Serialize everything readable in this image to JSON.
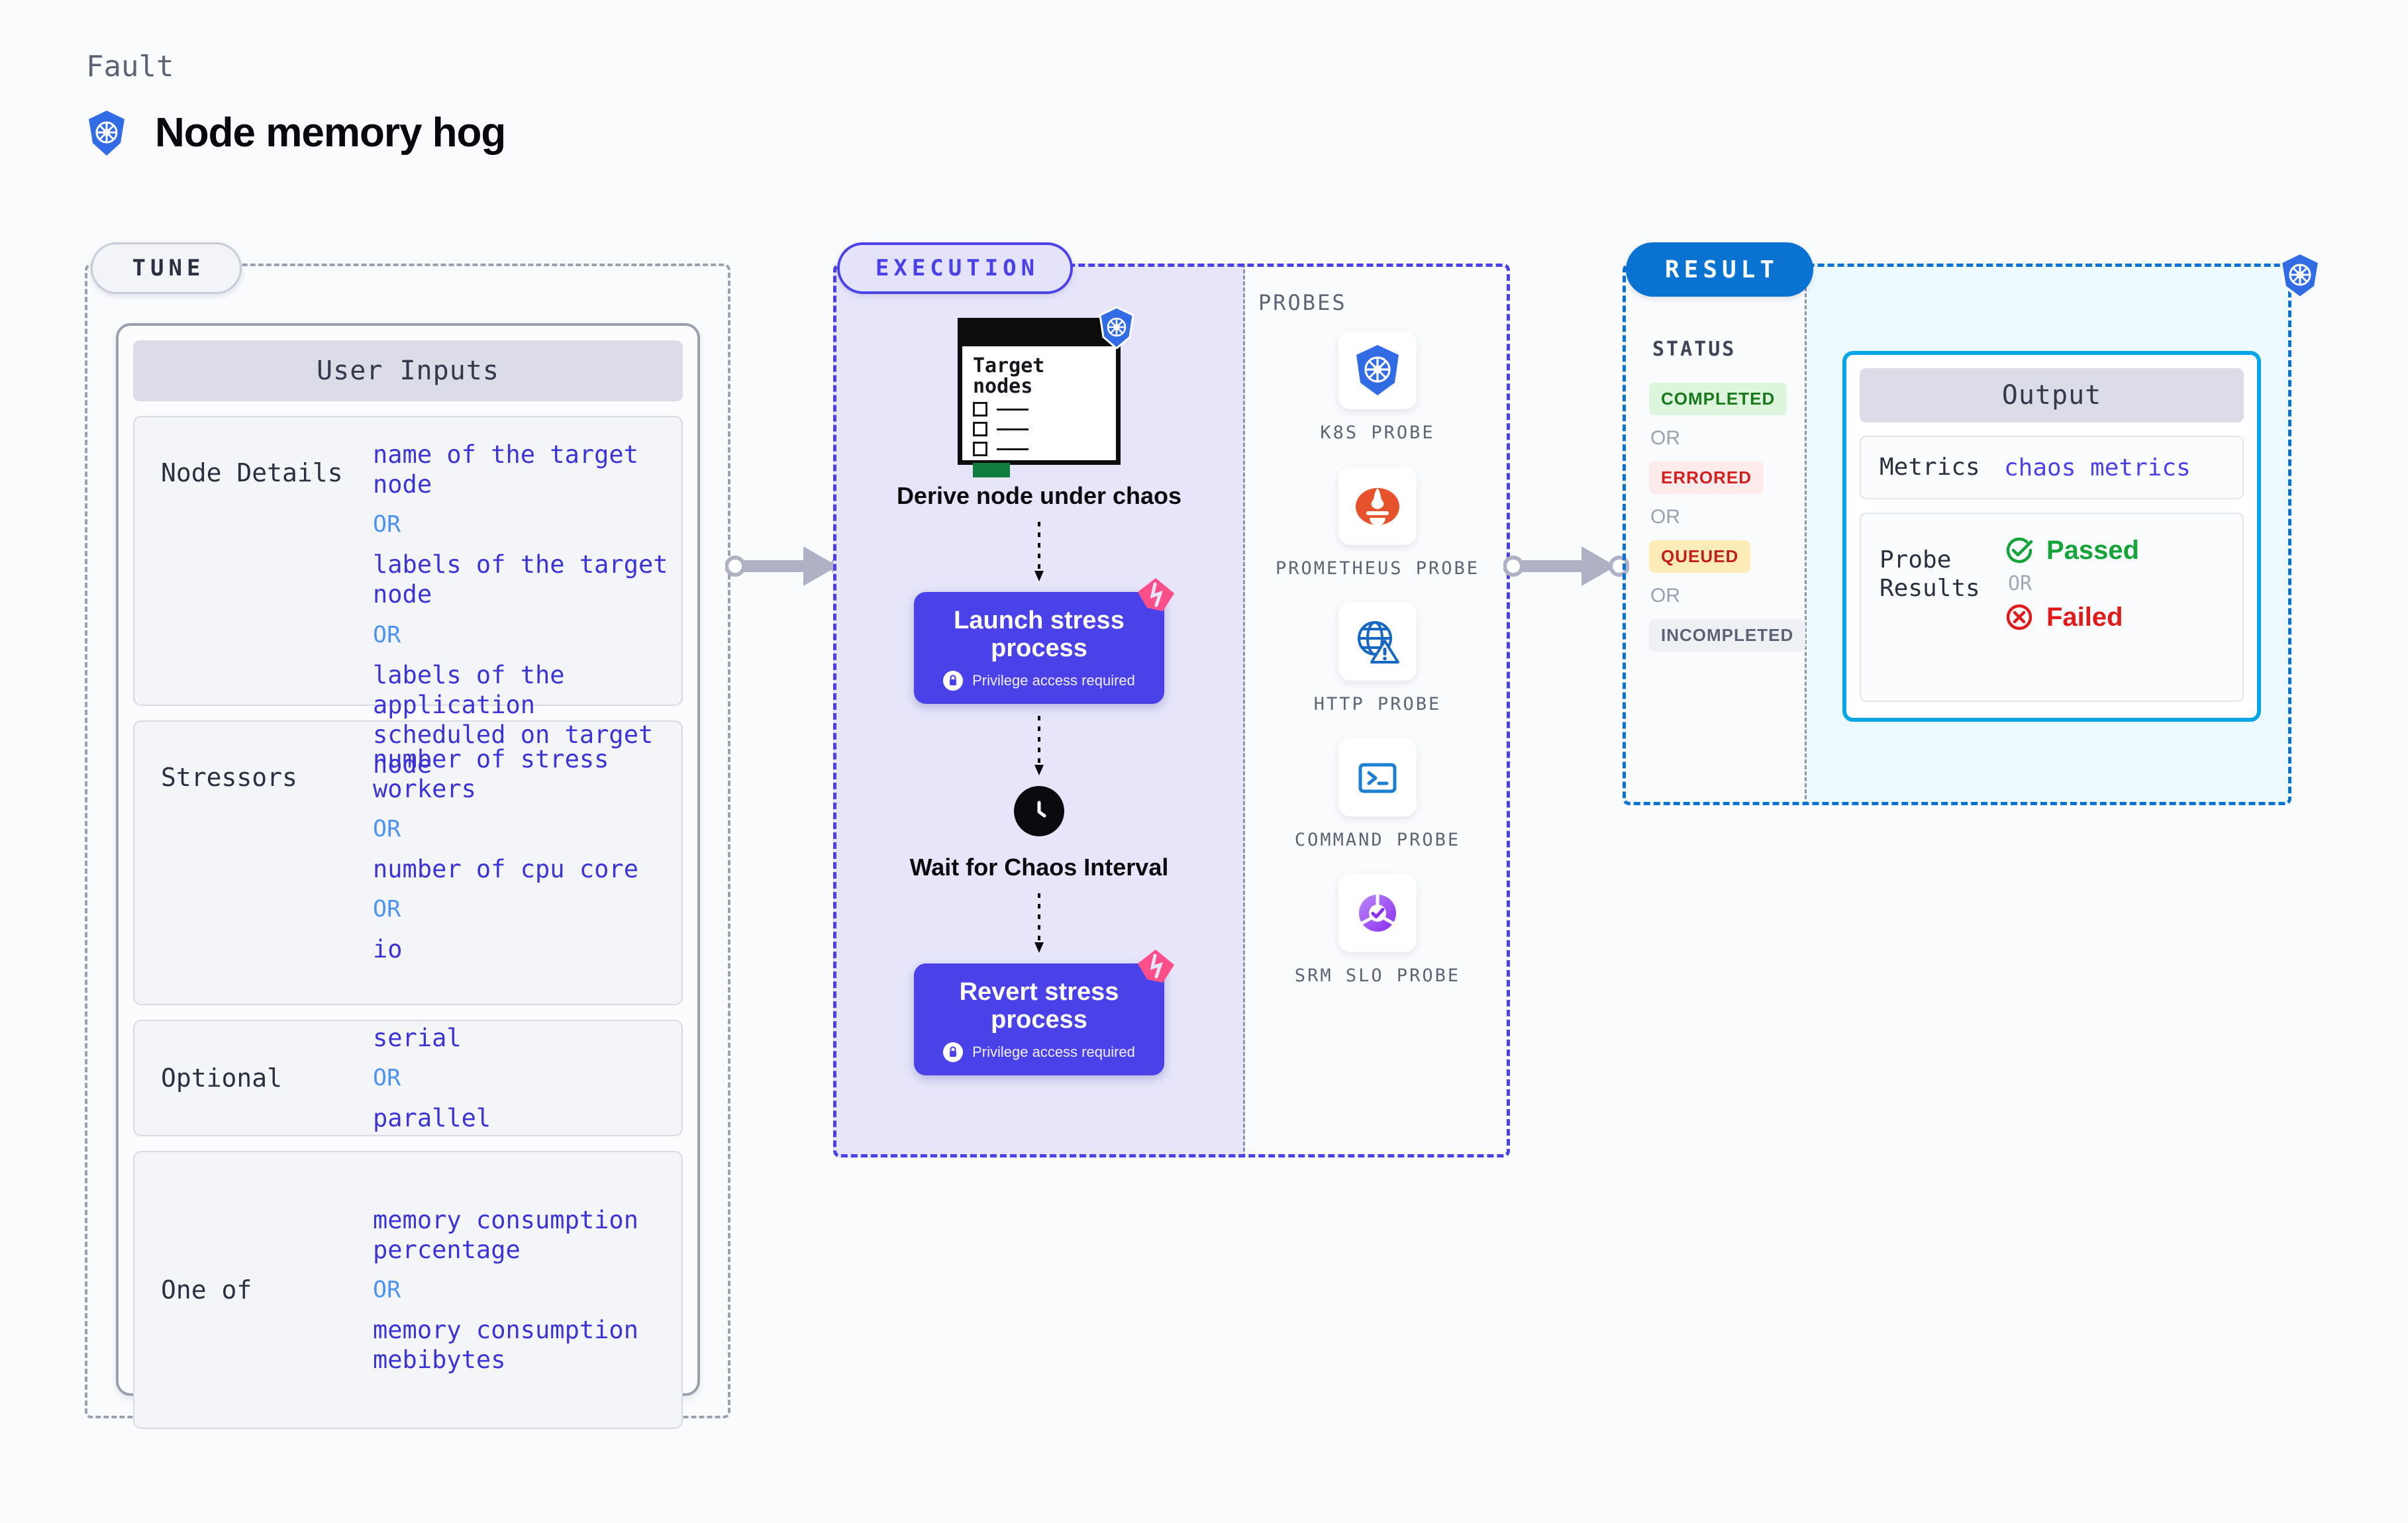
{
  "header": {
    "eyebrow": "Fault",
    "title": "Node memory hog",
    "icon": "kubernetes-icon"
  },
  "tune": {
    "pill_label": "TUNE",
    "card_header": "User Inputs",
    "rows": [
      {
        "label": "Node Details",
        "values": [
          "name of the target node",
          "labels of the target node",
          "labels of the application\n scheduled on target node"
        ],
        "or_label": "OR"
      },
      {
        "label": "Stressors",
        "values": [
          "number of stress workers",
          "number of cpu core",
          "io"
        ],
        "or_label": "OR"
      },
      {
        "label": "Optional",
        "values": [
          "serial",
          "parallel"
        ],
        "or_label": "OR"
      },
      {
        "label": "One of",
        "values": [
          "memory consumption percentage",
          "memory consumption mebibytes"
        ],
        "or_label": "OR"
      }
    ]
  },
  "execution": {
    "pill_label": "EXECUTION",
    "steps": [
      {
        "caption": "Derive node under chaos",
        "card_title": "Target nodes",
        "badge_icon": "kubernetes-icon"
      },
      {
        "caption": "Launch stress process",
        "privilege_note": "Privilege access required",
        "lock_icon": "lock-icon",
        "corner_icon": "litmus-chaos-icon"
      },
      {
        "caption": "Wait for Chaos Interval",
        "icon": "clock-icon"
      },
      {
        "caption": "Revert stress process",
        "privilege_note": "Privilege access required",
        "lock_icon": "lock-icon",
        "corner_icon": "litmus-chaos-icon"
      }
    ]
  },
  "probes": {
    "section_label": "PROBES",
    "items": [
      {
        "name": "K8S PROBE",
        "icon": "kubernetes-icon"
      },
      {
        "name": "PROMETHEUS PROBE",
        "icon": "prometheus-icon"
      },
      {
        "name": "HTTP PROBE",
        "icon": "globe-warning-icon"
      },
      {
        "name": "COMMAND PROBE",
        "icon": "terminal-icon"
      },
      {
        "name": "SRM SLO PROBE",
        "icon": "slo-donut-check-icon"
      }
    ]
  },
  "result": {
    "pill_label": "RESULT",
    "status_title": "STATUS",
    "or_label": "OR",
    "statuses": [
      {
        "label": "COMPLETED",
        "style": "completed"
      },
      {
        "label": "ERRORED",
        "style": "errored"
      },
      {
        "label": "QUEUED",
        "style": "queued"
      },
      {
        "label": "INCOMPLETED",
        "style": "incompleted"
      }
    ],
    "output": {
      "header": "Output",
      "metrics_label": "Metrics",
      "metrics_value": "chaos metrics",
      "probe_label": "Probe Results",
      "passed_label": "Passed",
      "failed_label": "Failed",
      "or_label": "OR"
    },
    "floating_icon": "kubernetes-icon"
  },
  "colors": {
    "page_bg": "#fafbfd",
    "tune_accent": "#9aa0ae",
    "execution_accent": "#4a42e8",
    "execution_bg": "#e6e5fa",
    "result_accent": "#0a72d0",
    "output_accent": "#05a6e8",
    "output_bg": "#edfaff",
    "value_text": "#3b35d6",
    "or_text": "#4d94f0",
    "passed": "#15a33a",
    "failed": "#e01b1b",
    "kubernetes_blue": "#326ce5",
    "prometheus_orange": "#e6522c",
    "litmus_pink": "#ff4f8b"
  }
}
